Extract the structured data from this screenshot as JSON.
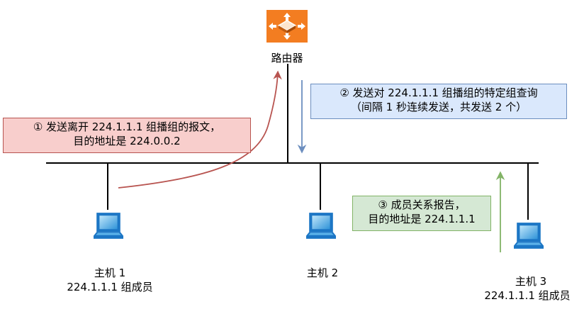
{
  "router": {
    "label": "路由器",
    "color": "#f37d21"
  },
  "hosts": [
    {
      "name": "主机 1",
      "role": "224.1.1.1 组成员"
    },
    {
      "name": "主机 2"
    },
    {
      "name": "主机 3",
      "role": "224.1.1.1 组成员"
    }
  ],
  "notes": [
    {
      "id": "leave",
      "lines": [
        "① 发送离开 224.1.1.1 组播组的报文，",
        "目的地址是 224.0.0.2"
      ],
      "fill": "#f8cecc",
      "stroke": "#b85450"
    },
    {
      "id": "query",
      "lines": [
        "② 发送对 224.1.1.1 组播组的特定组查询",
        "（间隔 1 秒连续发送，共发送 2 个）"
      ],
      "fill": "#dae8fc",
      "stroke": "#6c8ebf"
    },
    {
      "id": "report",
      "lines": [
        "③ 成员关系报告，",
        "目的地址是 224.1.1.1"
      ],
      "fill": "#d5e8d4",
      "stroke": "#82b366"
    }
  ],
  "arrows": {
    "leave": "#b85450",
    "query": "#6c8ebf",
    "report": "#82b366"
  }
}
